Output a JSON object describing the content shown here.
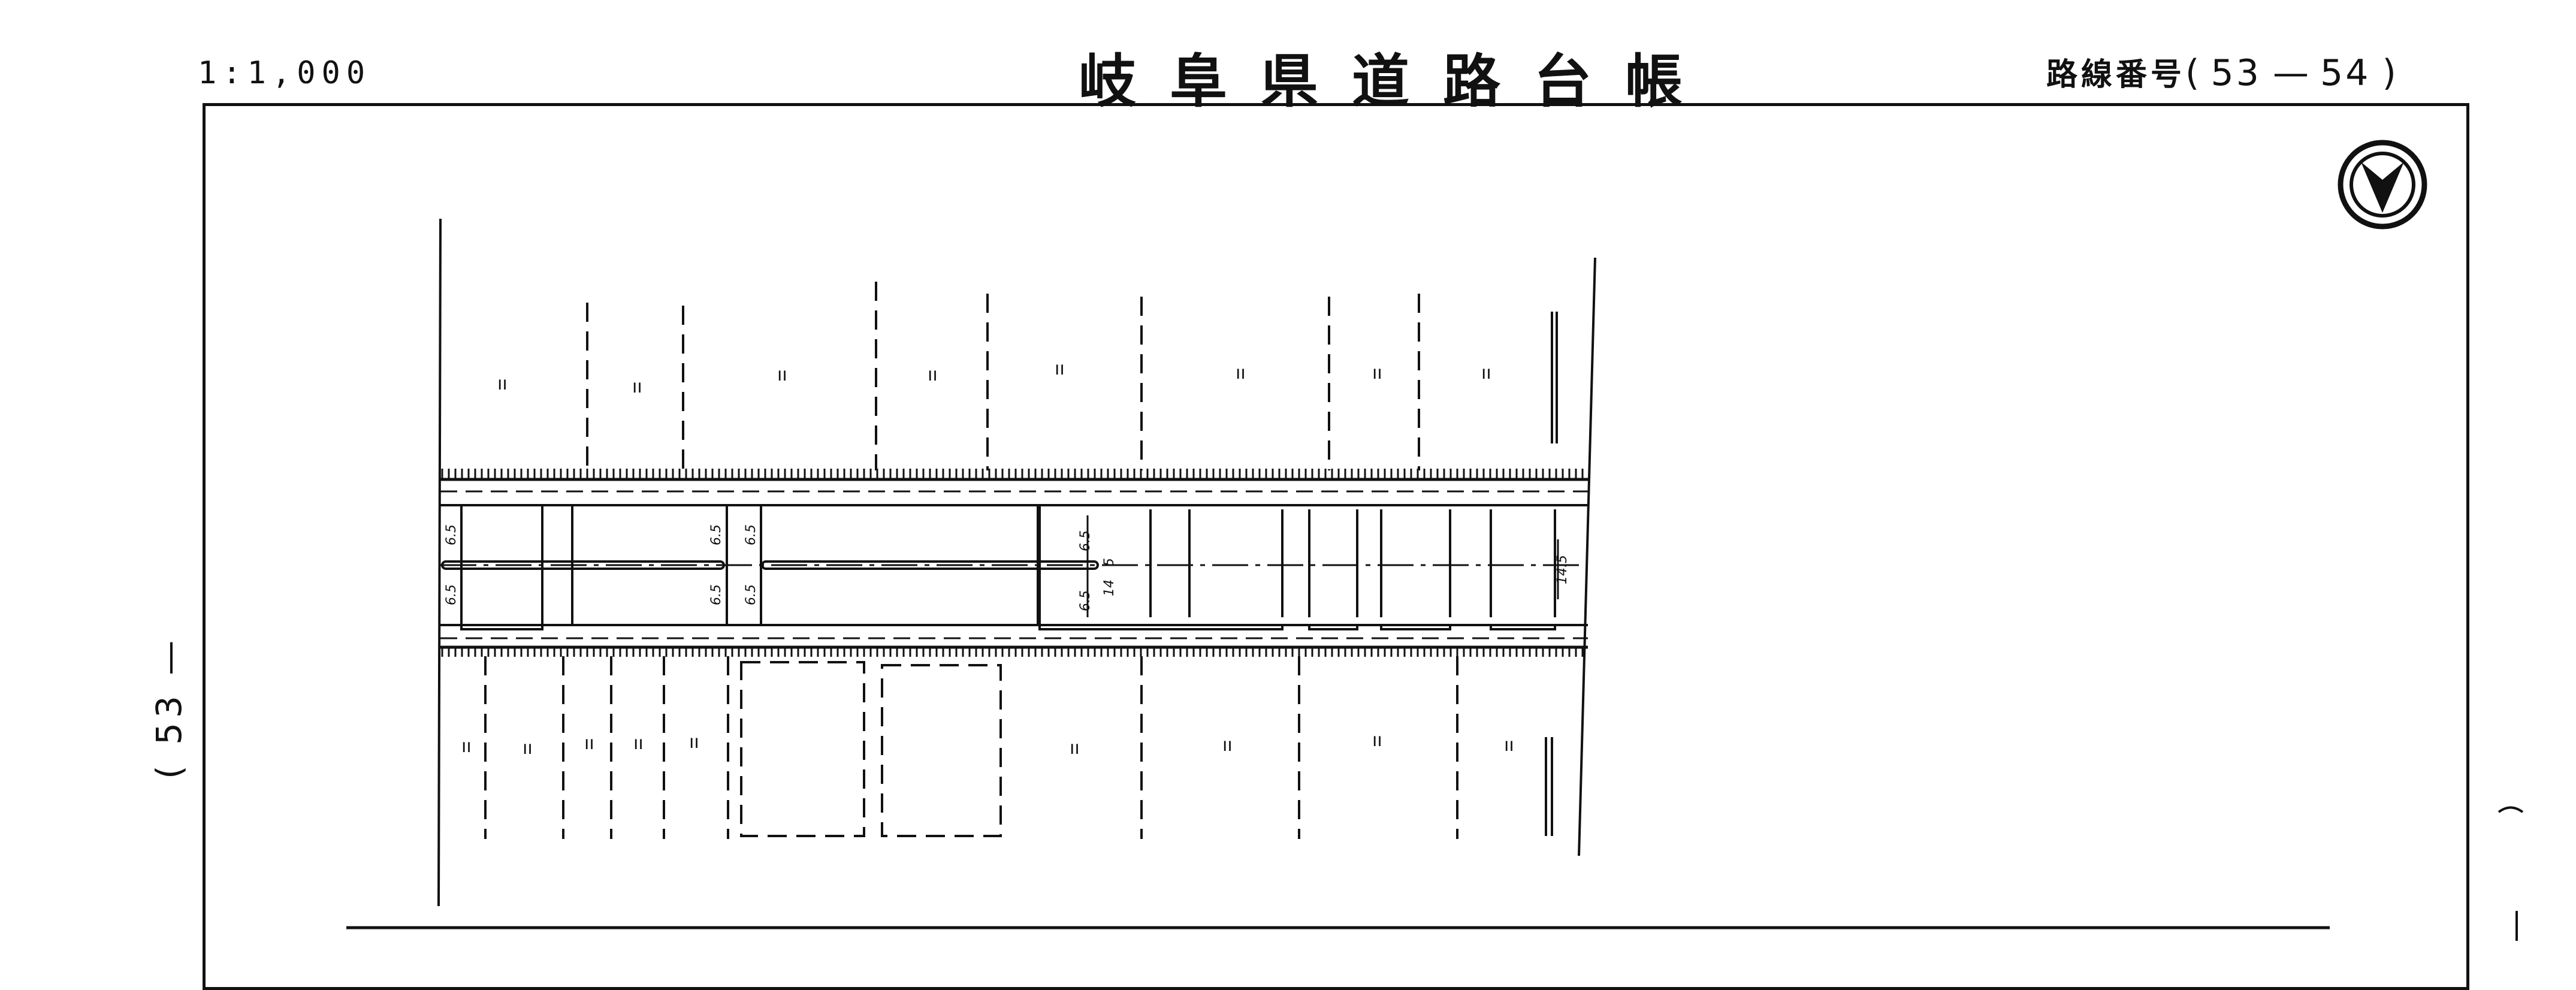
{
  "header": {
    "scale": "1:1,000",
    "title": "岐阜県道路台帳",
    "route_label": "路線番号",
    "route_open": "(",
    "route_from": "53",
    "route_dash": "—",
    "route_to": "54",
    "route_close": ")"
  },
  "side_left_text": "( 53 —",
  "north_symbol": "north-arrow",
  "dimensions": {
    "lane": "6.5",
    "median": "5",
    "carriageway": "14",
    "total_width": "14.5"
  },
  "parcel_mark": "ıı"
}
